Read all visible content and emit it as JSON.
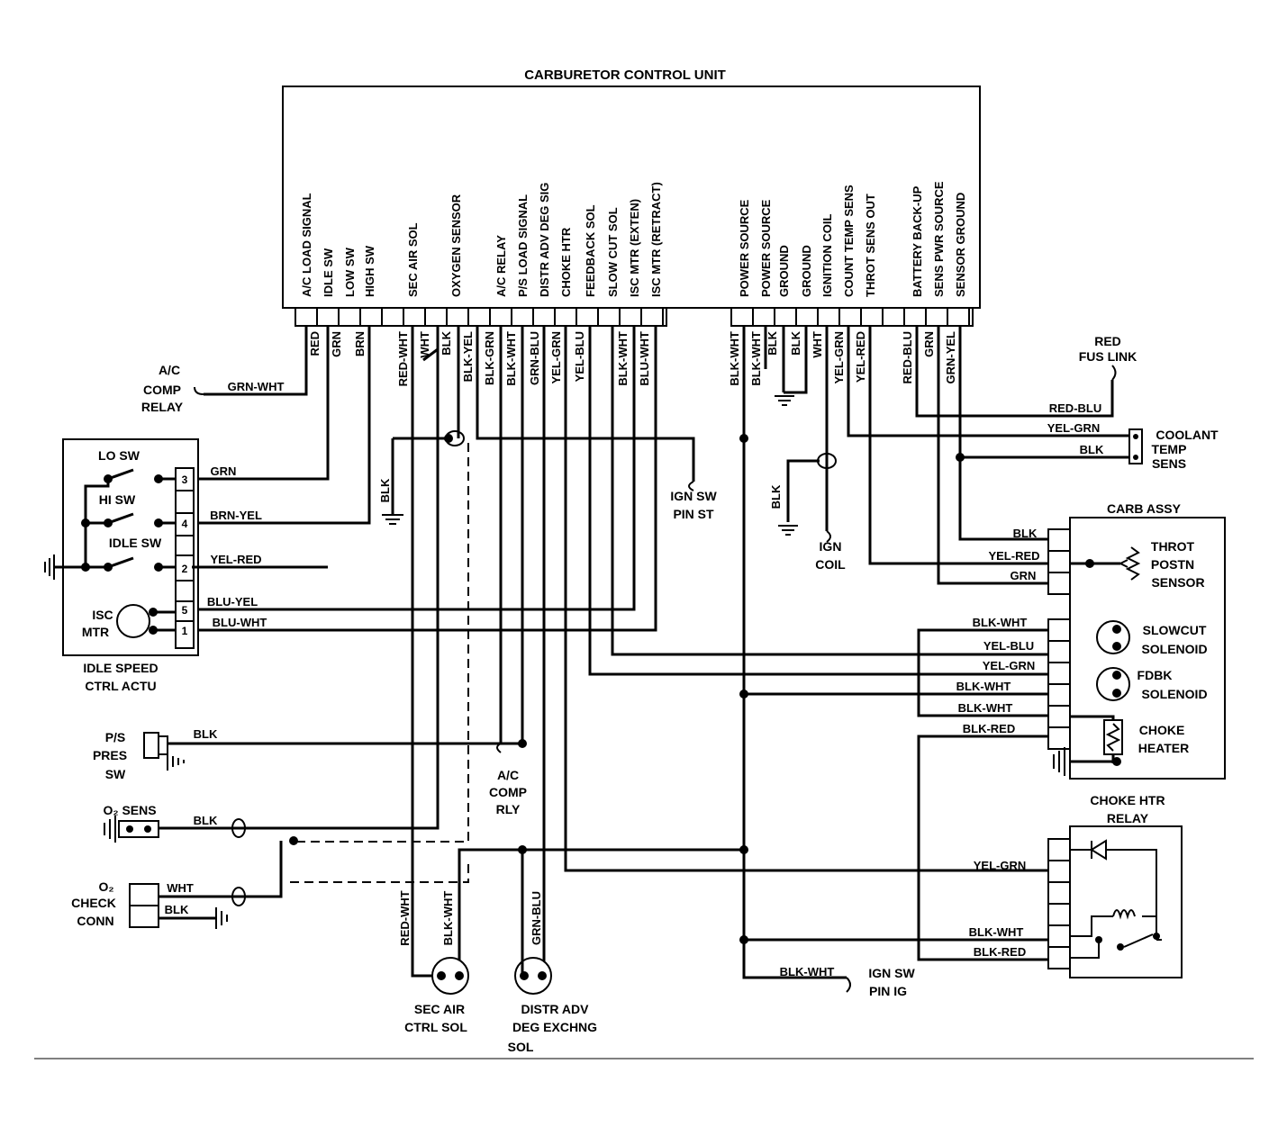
{
  "control_unit": {
    "title": "CARBURETOR CONTROL UNIT",
    "pins_left": [
      "A/C LOAD SIGNAL",
      "IDLE SW",
      "LOW SW",
      "HIGH SW",
      "SEC AIR SOL",
      "OXYGEN SENSOR",
      "A/C RELAY",
      "P/S LOAD SIGNAL",
      "DISTR ADV DEG SIG",
      "CHOKE HTR",
      "FEEDBACK SOL",
      "SLOW CUT SOL",
      "ISC MTR (EXTEN)",
      "ISC MTR (RETRACT)"
    ],
    "pins_right": [
      "POWER SOURCE",
      "POWER SOURCE",
      "GROUND",
      "GROUND",
      "IGNITION COIL",
      "COUNT TEMP SENS",
      "THROT SENS OUT",
      "BATTERY BACK-UP",
      "SENS PWR SOURCE",
      "SENSOR GROUND"
    ]
  },
  "wire_colors": {
    "top_left": [
      "RED",
      "GRN",
      "BRN",
      "RED-WHT",
      "WHT",
      "BLK",
      "BLK-YEL",
      "BLK-GRN",
      "BLK-WHT",
      "GRN-BLU",
      "YEL-GRN",
      "YEL-BLU",
      "BLK-WHT",
      "BLU-WHT"
    ],
    "top_right": [
      "BLK-WHT",
      "BLK-WHT",
      "BLK",
      "BLK",
      "WHT",
      "YEL-GRN",
      "YEL-RED",
      "RED-BLU",
      "GRN",
      "GRN-YEL"
    ]
  },
  "ac_comp_relay": {
    "label_lines": [
      "A/C",
      "COMP",
      "RELAY"
    ],
    "wire": "GRN-WHT"
  },
  "idle_speed_ctrl_actu": {
    "switches": [
      "LO SW",
      "HI SW",
      "IDLE SW"
    ],
    "pins": [
      "3",
      "4",
      "2",
      "5",
      "1"
    ],
    "wires": [
      "GRN",
      "BRN-YEL",
      "YEL-RED",
      "BLU-YEL",
      "BLU-WHT"
    ],
    "motor_lines": [
      "ISC",
      "MTR"
    ],
    "caption_lines": [
      "IDLE SPEED",
      "CTRL ACTU"
    ]
  },
  "blk_ground_left": "BLK",
  "ign_sw_pin_st": {
    "lines": [
      "IGN SW",
      "PIN ST"
    ]
  },
  "ps_pres_sw": {
    "lines": [
      "P/S",
      "PRES",
      "SW"
    ],
    "wire": "BLK"
  },
  "ac_comp_rly": {
    "lines": [
      "A/C",
      "COMP",
      "RLY"
    ]
  },
  "o2_sens": {
    "label": "O₂ SENS",
    "wire": "BLK"
  },
  "o2_check_conn": {
    "lines": [
      "O₂",
      "CHECK",
      "CONN"
    ],
    "wires": [
      "WHT",
      "BLK"
    ]
  },
  "sec_air_ctrl_sol": {
    "wire": "RED-WHT",
    "wire2": "BLK-WHT",
    "lines": [
      "SEC AIR",
      "CTRL SOL"
    ]
  },
  "distr_adv_sol": {
    "wire": "GRN-BLU",
    "lines": [
      "DISTR ADV",
      "DEG EXCHNG",
      "SOL"
    ]
  },
  "red_fus_link": {
    "lines": [
      "RED",
      "FUS LINK"
    ],
    "wire": "RED-BLU"
  },
  "coolant_temp_sens": {
    "lines": [
      "COOLANT",
      "TEMP",
      "SENS"
    ],
    "wires": [
      "YEL-GRN",
      "BLK"
    ]
  },
  "ign_coil_ground": "BLK",
  "ign_coil": {
    "lines": [
      "IGN",
      "COIL"
    ]
  },
  "carb_assy": {
    "title": "CARB  ASSY",
    "wires": [
      "BLK",
      "YEL-RED",
      "GRN",
      "BLK-WHT",
      "YEL-BLU",
      "YEL-GRN",
      "BLK-WHT",
      "BLK-WHT",
      "BLK-RED"
    ],
    "throt_lines": [
      "THROT",
      "POSTN",
      "SENSOR"
    ],
    "slowcut_lines": [
      "SLOWCUT",
      "SOLENOID"
    ],
    "fdbk_lines": [
      "FDBK",
      "SOLENOID"
    ],
    "choke_lines": [
      "CHOKE",
      "HEATER"
    ]
  },
  "choke_htr_relay": {
    "title_lines": [
      "CHOKE HTR",
      "RELAY"
    ],
    "wires": [
      "YEL-GRN",
      "BLK-WHT",
      "BLK-RED"
    ]
  },
  "ign_sw_pin_ig": {
    "wire": "BLK-WHT",
    "lines": [
      "IGN SW",
      "PIN IG"
    ]
  }
}
